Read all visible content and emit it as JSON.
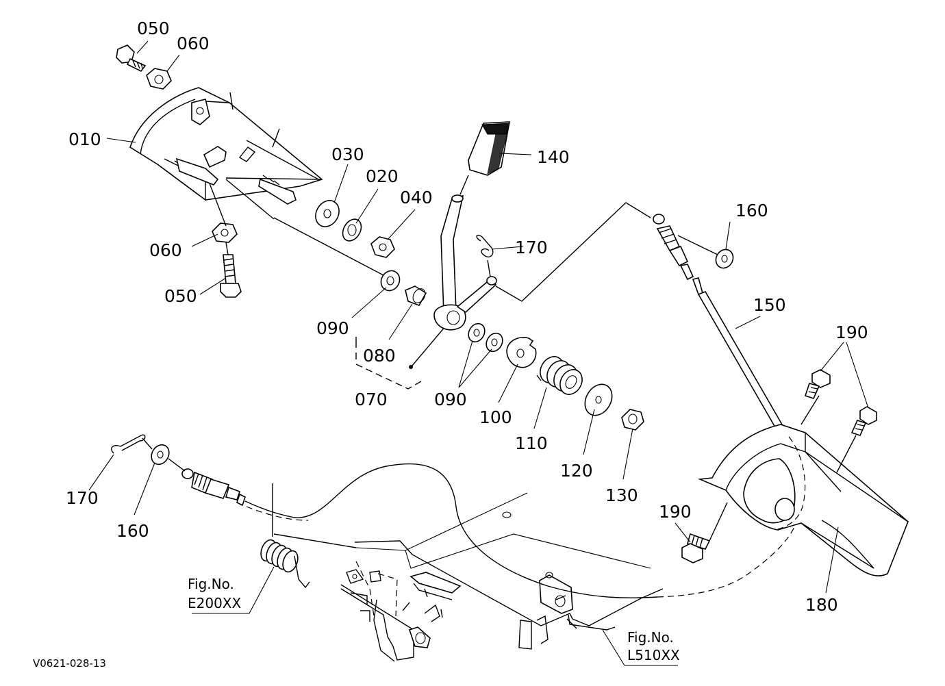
{
  "diagram": {
    "labels": {
      "p010": "010",
      "p020": "020",
      "p030": "030",
      "p040": "040",
      "p050_top": "050",
      "p050_bottom": "050",
      "p060_top": "060",
      "p060_bottom": "060",
      "p070": "070",
      "p080": "080",
      "p090_left": "090",
      "p090_right": "090",
      "p100": "100",
      "p110": "110",
      "p120": "120",
      "p130": "130",
      "p140": "140",
      "p150": "150",
      "p160_right": "160",
      "p160_left": "160",
      "p170_right": "170",
      "p170_left": "170",
      "p180": "180",
      "p190_top": "190",
      "p190_bottom": "190"
    },
    "fig_refs": {
      "left_line1": "Fig.No.",
      "left_line2": "E200XX",
      "right_line1": "Fig.No.",
      "right_line2": "L510XX"
    },
    "drawing_code": "V0621-028-13"
  }
}
